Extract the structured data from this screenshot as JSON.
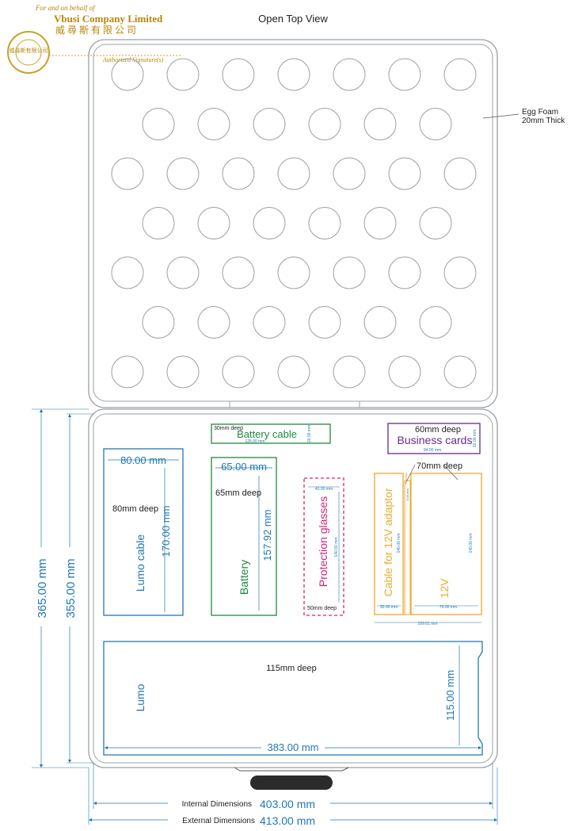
{
  "title": "Open Top View",
  "seal": {
    "line1": "For and on behalf of",
    "company_en": "Vbusi Company Limited",
    "company_cn": "威尋斯有限公司",
    "signature_label": "Authorized Signature(s)",
    "stamp_text": "威尋斯有限公司"
  },
  "lid": {
    "foam_label_line1": "Egg Foam",
    "foam_label_line2": "20mm Thick",
    "rows": [
      7,
      6,
      7,
      6,
      7,
      6,
      7
    ]
  },
  "colors": {
    "outline": "#9aa0a6",
    "dimension": "#1f78b4",
    "battery": "#1f8a3c",
    "glasses": "#d6237a",
    "cards": "#6a2a8a",
    "adaptor": "#f0a830",
    "handle": "#2b2b2b"
  },
  "compartments": {
    "battery_cable": {
      "depth": "30mm deep",
      "label": "Battery cable",
      "width_dim": "125.00 mm",
      "height_dim": "20.00 mm"
    },
    "business_cards": {
      "depth": "60mm deep",
      "label": "Business cards",
      "width_dim": "94.00 mm",
      "height_dim": "32.00 mm"
    },
    "lumo_cable": {
      "width_dim": "80.00 mm",
      "depth": "80mm deep",
      "label": "Lumo cable",
      "height_dim": "170.00 mm"
    },
    "battery": {
      "width_dim": "65.00 mm",
      "depth": "65mm deep",
      "label": "Battery",
      "height_dim": "157.92 mm"
    },
    "protection_glasses": {
      "width_dim": "40.00 mm",
      "label": "Protection glasses",
      "height_dim": "140.00 mm",
      "depth": "50mm deep"
    },
    "adaptor": {
      "depth": "70mm deep",
      "label": "Cable for 12V adaptor",
      "label_12v": "12V",
      "h1": "140.00 mm",
      "h2": "140.00 mm",
      "w1": "30.00 mm",
      "w2": "70.00 mm",
      "total": "109.01 mm",
      "small": "3.00 mm"
    },
    "lumo": {
      "depth": "115mm deep",
      "label": "Lumo",
      "height_dim": "115.00 mm",
      "width_dim": "383.00 mm"
    }
  },
  "dimensions": {
    "outer_height": "365.00 mm",
    "inner_height": "355.00 mm",
    "internal_label": "Internal Dimensions",
    "internal_value": "403.00 mm",
    "external_label": "External Dimensions",
    "external_value": "413.00 mm"
  }
}
